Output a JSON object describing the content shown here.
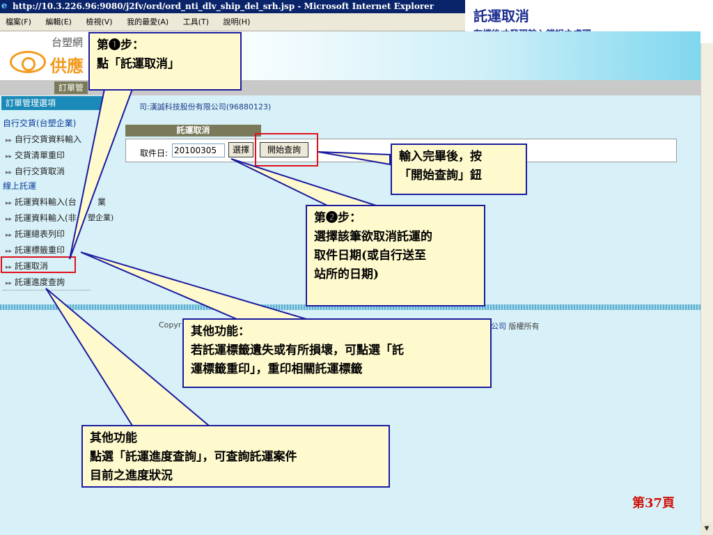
{
  "window": {
    "title": "http://10.3.226.96:9080/j2fv/ord/ord_nti_dlv_ship_del_srh.jsp - Microsoft Internet Explorer"
  },
  "menu": [
    "檔案(F)",
    "編輯(E)",
    "檢視(V)",
    "我的最愛(A)",
    "工具(T)",
    "說明(H)"
  ],
  "slide": {
    "title": "託運取消",
    "subtitle": "存檔後才發現輸入錯誤之處理",
    "page": "第37頁"
  },
  "header": {
    "brand_small": "台塑網",
    "brand_big": "供應"
  },
  "tab": {
    "label": "訂單管"
  },
  "sidebar": {
    "head": "訂單管理選項",
    "sections": [
      "自行交貨(台塑企業)",
      "線上託運"
    ],
    "items": [
      "自行交貨資料輸入",
      "交貨清單重印",
      "自行交貨取消",
      "託運資料輸入(台",
      "託運資料輸入(非",
      "託運總表列印",
      "託運標籤重印",
      "託運取消",
      "託運進度查詢"
    ],
    "items_tail": [
      "業",
      "塑企業)"
    ]
  },
  "main": {
    "company": "司:漢誠科技股份有限公司(96880123)",
    "panel_title": "託運取消",
    "date_label": "取件日:",
    "date_value": "20100305",
    "select_btn": "選擇",
    "query_btn": "開始查詢",
    "copyright_left": "Copyr",
    "copyright_company": "公司",
    "copyright_right": " 版權所有"
  },
  "callouts": {
    "step1": [
      "第❶步：",
      "點「託運取消」"
    ],
    "input_done": [
      "輸入完畢後，按",
      "「開始查詢」鈕"
    ],
    "step2": [
      "第❷步：",
      "選擇該筆欲取消託運的",
      "取件日期(或自行送至",
      "站所的日期)"
    ],
    "other1": [
      "其他功能：",
      "若託運標籤遺失或有所損壞，可點選「託",
      "運標籤重印」，重印相關託運標籤"
    ],
    "other2": [
      "其他功能",
      "點選「託運進度查詢」，可查詢託運案件",
      "目前之進度狀況"
    ]
  }
}
